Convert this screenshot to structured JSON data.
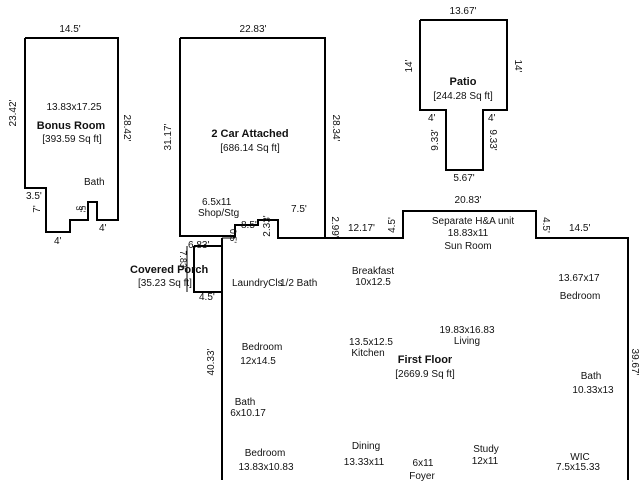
{
  "colors": {
    "wall": "#000000",
    "text": "#111111",
    "background": "#ffffff"
  },
  "bonus_room": {
    "top_dim": "14.5'",
    "left_dim": "23.42'",
    "right_dim": "28.42'",
    "size": "13.83x17.25",
    "name": "Bonus Room",
    "area": "[393.59 Sq ft]",
    "bath": "Bath",
    "dim_3_5": "3.5'",
    "dim_7": "7'",
    "dim_4_left": "4'",
    "dim_4_right": "4'",
    "dim_5": "5'",
    "dim_3": "3'"
  },
  "garage": {
    "top_dim": "22.83'",
    "left_dim": "31.17'",
    "right_dim": "28.34'",
    "name": "2 Car Attached",
    "area": "[686.14 Sq ft]",
    "shop_size": "6.5x11",
    "shop_name": "Shop/Stg",
    "dim_8_5": "8.5'",
    "dim_7_5": "7.5'",
    "dim_2_33": "2.33'",
    "dim_2_99": "2.99'",
    "dim_6_83": "6.83'",
    "dim_0_5": "0.5'"
  },
  "patio": {
    "top_dim": "13.67'",
    "left_dim": "14'",
    "right_dim": "14'",
    "name": "Patio",
    "area": "[244.28 Sq ft]",
    "dim_4_left": "4'",
    "dim_4_right": "4'",
    "dim_9_33_left": "9.33'",
    "dim_9_33_right": "9.33'",
    "bottom_dim": "5.67'"
  },
  "covered_porch": {
    "name": "Covered Porch",
    "area": "[35.23 Sq ft]",
    "dim_7_83": "7.83'",
    "bottom_dim": "4.5'"
  },
  "first_floor": {
    "name": "First Floor",
    "area": "[2669.9 Sq ft]",
    "dim_12_17": "12.17'",
    "dim_4_5_left": "4.5'",
    "dim_20_83": "20.83'",
    "dim_4_5_right": "4.5'",
    "dim_14_5": "14.5'",
    "left_dim": "40.33'",
    "right_dim": "39.67'",
    "sun_room_line1": "Separate H&A unit",
    "sun_room_size": "18.83x11",
    "sun_room_name": "Sun Room",
    "laundry": "LaundryCls",
    "half_bath": "1/2 Bath",
    "breakfast_name": "Breakfast",
    "breakfast_size": "10x12.5",
    "bedroom_ne_size": "13.67x17",
    "bedroom_ne_name": "Bedroom",
    "kitchen_size": "13.5x12.5",
    "kitchen_name": "Kitchen",
    "living_size": "19.83x16.83",
    "living_name": "Living",
    "bedroom_w_name": "Bedroom",
    "bedroom_w_size": "12x14.5",
    "bath_e_name": "Bath",
    "bath_e_size": "10.33x13",
    "bath_w_name": "Bath",
    "bath_w_size": "6x10.17",
    "bedroom_sw_name": "Bedroom",
    "bedroom_sw_size": "13.83x10.83",
    "dining_name": "Dining",
    "dining_size": "13.33x11",
    "foyer_size": "6x11",
    "foyer_name": "Foyer",
    "study_name": "Study",
    "study_size": "12x11",
    "wic_name": "WIC",
    "wic_size": "7.5x15.33"
  }
}
